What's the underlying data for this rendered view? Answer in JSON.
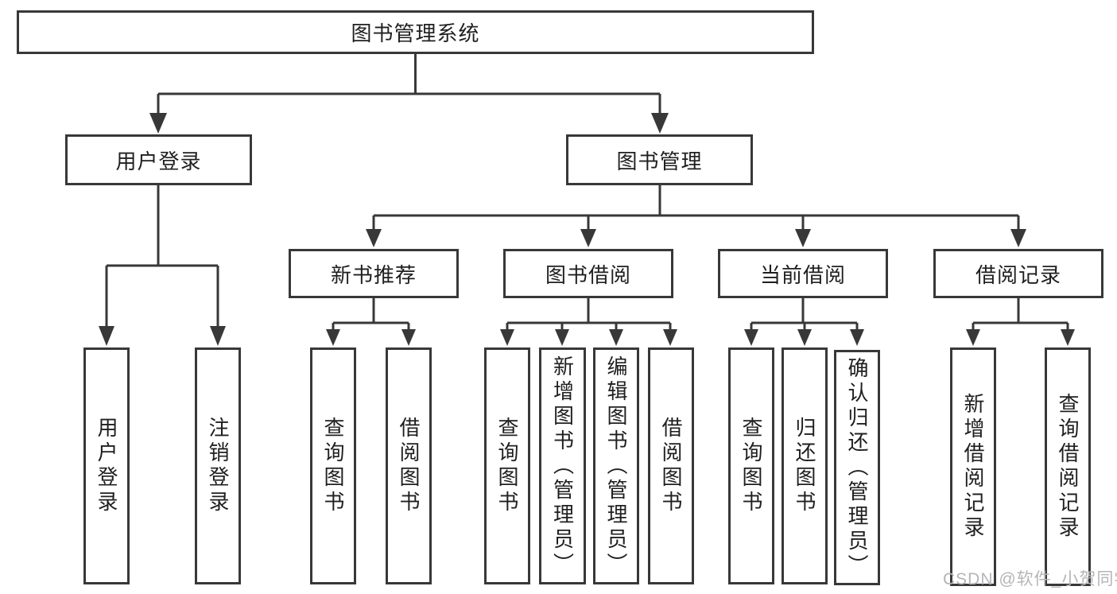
{
  "tree": {
    "root": {
      "label": "图书管理系统"
    },
    "branches": [
      {
        "label": "用户登录",
        "children": [
          {
            "label": "用户登录"
          },
          {
            "label": "注销登录"
          }
        ]
      },
      {
        "label": "图书管理",
        "sections": [
          {
            "label": "新书推荐",
            "children": [
              {
                "label": "查询图书"
              },
              {
                "label": "借阅图书"
              }
            ]
          },
          {
            "label": "图书借阅",
            "children": [
              {
                "label": "查询图书"
              },
              {
                "label": "新增图书（管理员）"
              },
              {
                "label": "编辑图书（管理员）"
              },
              {
                "label": "借阅图书"
              }
            ]
          },
          {
            "label": "当前借阅",
            "children": [
              {
                "label": "查询图书"
              },
              {
                "label": "归还图书"
              },
              {
                "label": "确认归还（管理员）"
              }
            ]
          },
          {
            "label": "借阅记录",
            "children": [
              {
                "label": "新增借阅记录"
              },
              {
                "label": "查询借阅记录"
              }
            ]
          }
        ]
      }
    ]
  },
  "watermark": {
    "text": "CSDN @软件_小贺同学"
  },
  "colors": {
    "line": "#383838",
    "text": "#1f1f1f",
    "watermark": "#b5b5b8",
    "background": "#ffffff"
  }
}
